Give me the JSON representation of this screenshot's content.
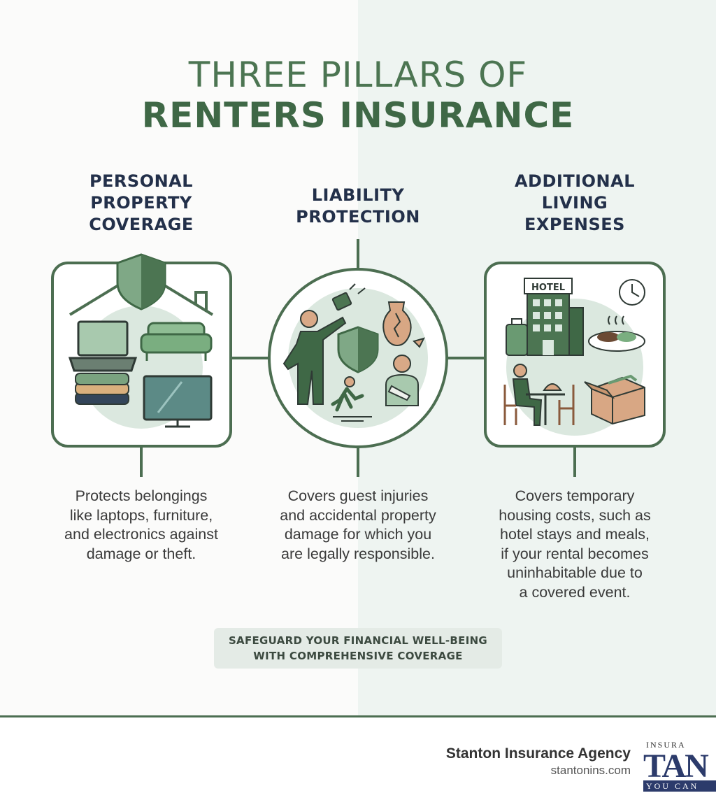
{
  "title": {
    "line1": "THREE PILLARS OF",
    "line2": "RENTERS INSURANCE"
  },
  "pillars": [
    {
      "title": [
        "PERSONAL",
        "PROPERTY",
        "COVERAGE"
      ],
      "description": [
        "Protects belongings",
        "like laptops, furniture,",
        "and electronics against",
        "damage or theft."
      ]
    },
    {
      "title": [
        "LIABILITY",
        "PROTECTION"
      ],
      "description": [
        "Covers guest injuries",
        "and accidental property",
        "damage for which you",
        "are legally responsible."
      ]
    },
    {
      "title": [
        "ADDITIONAL",
        "LIVING",
        "EXPENSES"
      ],
      "description": [
        "Covers temporary",
        "housing costs, such as",
        "hotel stays and meals,",
        "if your rental becomes",
        "uninhabitable due to",
        "a covered event."
      ]
    }
  ],
  "hotel_sign": "HOTEL",
  "tagline": [
    "SAFEGUARD YOUR FINANCIAL WELL-BEING",
    "WITH COMPREHENSIVE COVERAGE"
  ],
  "footer": {
    "agency": "Stanton Insurance Agency",
    "site": "stantonins.com",
    "logo_top": "INSURA",
    "logo_main": "TAN",
    "logo_bottom": "YOU CAN"
  },
  "colors": {
    "primary_green": "#4c7552",
    "dark_green": "#3f6846",
    "navy": "#23304a",
    "light_green": "#dbe8df"
  }
}
